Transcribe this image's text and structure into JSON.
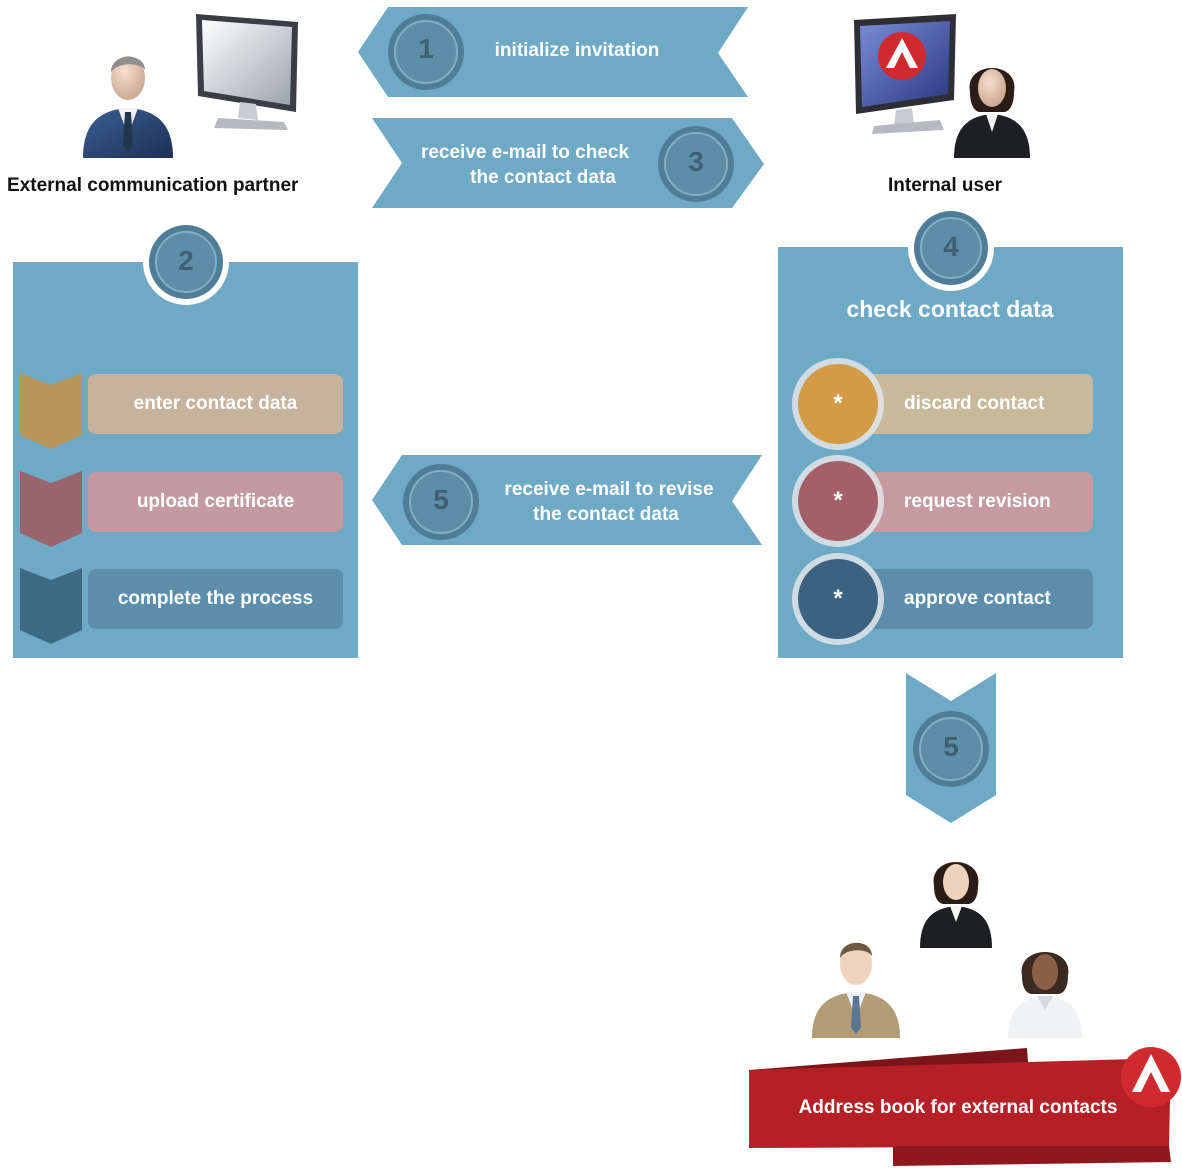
{
  "actors": {
    "external_label": "External communication partner",
    "internal_label": "Internal user"
  },
  "steps": {
    "s1": {
      "number": "1",
      "label": "initialize invitation"
    },
    "s3": {
      "number": "3",
      "label_line1": "receive e-mail to check",
      "label_line2": "the contact data"
    },
    "s2": {
      "number": "2"
    },
    "s4": {
      "number": "4",
      "title": "check contact data"
    },
    "s5_mail": {
      "number": "5",
      "label_line1": "receive e-mail to revise",
      "label_line2": "the contact data"
    },
    "s5_down": {
      "number": "5"
    }
  },
  "left_panel": {
    "items": [
      {
        "label": "enter contact data",
        "color": "#c7b39d",
        "chevron_color": "#b8955a"
      },
      {
        "label": "upload certificate",
        "color": "#c29a9f",
        "chevron_color": "#9a646c"
      },
      {
        "label": "complete the process",
        "color": "#5d8eab",
        "chevron_color": "#3f6a86"
      }
    ]
  },
  "right_panel": {
    "options": [
      {
        "marker": "*",
        "label": "discard contact",
        "color": "#c8b99b",
        "circle_color": "#d39b45"
      },
      {
        "marker": "*",
        "label": "request revision",
        "color": "#c69b9f",
        "circle_color": "#a36068"
      },
      {
        "marker": "*",
        "label": "approve contact",
        "color": "#5d8dab",
        "circle_color": "#3b6281"
      }
    ]
  },
  "footer": {
    "banner": "Address book for external contacts"
  },
  "colors": {
    "panel": "#6ea9c6",
    "arrow": "#6ea9c6",
    "badge": "#5c8ea9",
    "banner": "#b52026"
  }
}
